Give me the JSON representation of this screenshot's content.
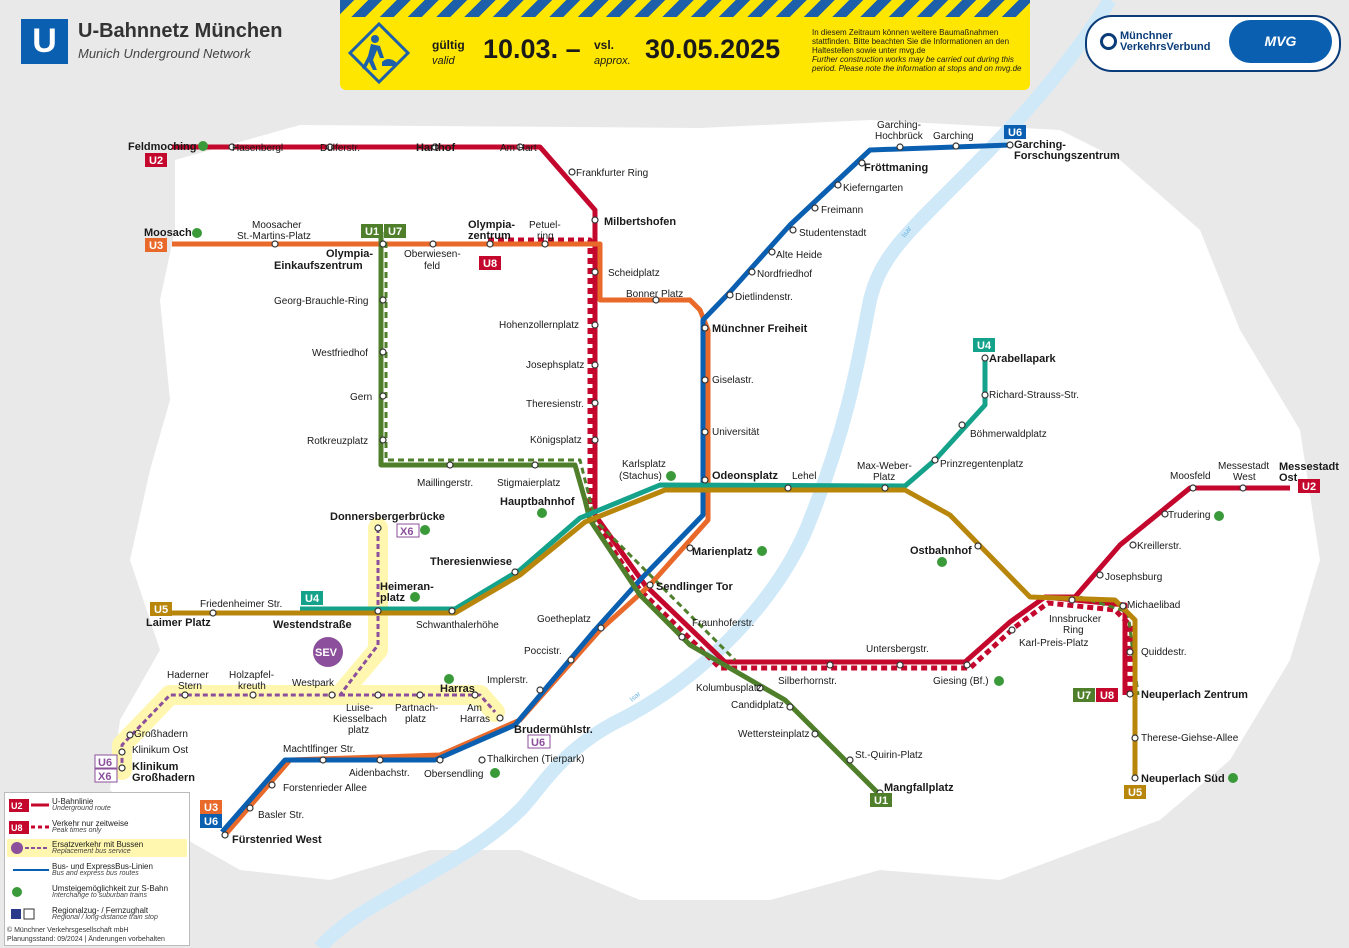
{
  "header": {
    "logo_letter": "U",
    "title": "U-Bahnnetz München",
    "subtitle": "Munich Underground Network"
  },
  "banner": {
    "gueltig": "gültig",
    "valid": "valid",
    "date_from": "10.03. –",
    "vsl": "vsl.",
    "approx": "approx.",
    "date_to": "30.05.2025",
    "note_de": "In diesem Zeitraum können weitere Baumaßnahmen stattfinden. Bitte beachten Sie die Informationen an den Haltestellen sowie unter mvg.de",
    "note_en": "Further construction works may be carried out during this period. Please note the information at stops and on mvg.de"
  },
  "brand": {
    "mvv_line1": "Münchner",
    "mvv_line2": "VerkehrsVerbund",
    "mvg": "MVG"
  },
  "colors": {
    "U1": "#4f7f2a",
    "U2": "#c4072c",
    "U3": "#e8692a",
    "U4": "#14a28a",
    "U5": "#b8860b",
    "U6": "#0a5fb0",
    "U7": "#4f7f2a",
    "U8": "#c4072c",
    "SEV": "#8b4f9b",
    "sbahn": "#3a9a3a",
    "river": "#cfe9f8"
  },
  "lines": {
    "U1": "U1",
    "U2": "U2",
    "U3": "U3",
    "U4": "U4",
    "U5": "U5",
    "U6": "U6",
    "U7": "U7",
    "U8": "U8",
    "SEV": "SEV",
    "X6": "X6"
  },
  "river": "Isar",
  "stations": {
    "feldmoching": "Feldmoching",
    "hasenbergl": "Hasenbergl",
    "duelferstr": "Dülferstr.",
    "harthof": "Harthof",
    "amhart": "Am Hart",
    "frankfurter": "Frankfurter Ring",
    "milbertshofen": "Milbertshofen",
    "scheidplatz": "Scheidplatz",
    "bonnerplatz": "Bonner Platz",
    "moosach": "Moosach",
    "moosacher1": "Moosacher",
    "moosacher2": "St.-Martins-Platz",
    "oez1": "Olympia-",
    "oez2": "Einkaufszentrum",
    "owf1": "Oberwiesen-",
    "owf2": "feld",
    "oz1": "Olympia-",
    "oz2": "zentrum",
    "petuel1": "Petuel-",
    "petuel2": "ring",
    "brauchle": "Georg-Brauchle-Ring",
    "westfriedhof": "Westfriedhof",
    "gern": "Gern",
    "rotkreuz": "Rotkreuzplatz",
    "maillinger": "Maillingerstr.",
    "stiglmaier": "Stigmaierplatz",
    "hohenzollern": "Hohenzollernplatz",
    "joseph": "Josephsplatz",
    "theresien": "Theresienstr.",
    "koenigsplatz": "Königsplatz",
    "garching_hb1": "Garching-",
    "garching_hb2": "Hochbrück",
    "garching": "Garching",
    "gfz1": "Garching-",
    "gfz2": "Forschungszentrum",
    "froettmaning": "Fröttmaning",
    "kieferngarten": "Kieferngarten",
    "freimann": "Freimann",
    "studentenstadt": "Studentenstadt",
    "altheide": "Alte Heide",
    "nordfriedhof": "Nordfriedhof",
    "dietlinden": "Dietlindenstr.",
    "mfreiheit": "Münchner Freiheit",
    "giselastr": "Giselastr.",
    "universitaet": "Universität",
    "odeonsplatz": "Odeonsplatz",
    "lehel": "Lehel",
    "karlsplatz1": "Karlsplatz",
    "karlsplatz2": "(Stachus)",
    "hbf": "Hauptbahnhof",
    "marienplatz": "Marienplatz",
    "sendlinger": "Sendlinger Tor",
    "fraunhofer": "Fraunhoferstr.",
    "goethe": "Goetheplatz",
    "poccistr": "Poccistr.",
    "implerstr": "Implerstr.",
    "harras": "Harras",
    "bruder": "Brudermühlstr.",
    "thalkirchen": "Thalkirchen (Tierpark)",
    "obersendling": "Obersendling",
    "aidenbach": "Aidenbachstr.",
    "machtlfinger": "Machtlfinger Str.",
    "forstenrieder": "Forstenrieder Allee",
    "basler": "Basler Str.",
    "fuerstenried": "Fürstenried West",
    "arabellapark": "Arabellapark",
    "rstrauss": "Richard-Strauss-Str.",
    "boehmerwald": "Böhmerwaldplatz",
    "prinzregenten": "Prinzregentenplatz",
    "maxweber1": "Max-Weber-",
    "maxweber2": "Platz",
    "ostbahnhof": "Ostbahnhof",
    "laimer": "Laimer Platz",
    "friedenheimer": "Friedenheimer Str.",
    "westend": "Westendstraße",
    "heimeran1": "Heimeran-",
    "heimeran2": "platz",
    "schwanthaler": "Schwanthalerhöhe",
    "theresienwiese": "Theresienwiese",
    "donnersberger": "Donnersbergerbrücke",
    "haderner1": "Haderner",
    "haderner2": "Stern",
    "holzapfel1": "Holzapfel-",
    "holzapfel2": "kreuth",
    "westpark": "Westpark",
    "luise1": "Luise-",
    "luise2": "Kiesselbach",
    "luise3": "platz",
    "partnach1": "Partnach-",
    "partnach2": "platz",
    "amharras1": "Am",
    "amharras2": "Harras",
    "grosshadern": "Großhadern",
    "klinikumost": "Klinikum Ost",
    "klinikum1": "Klinikum",
    "klinikum2": "Großhadern",
    "kolumbus": "Kolumbusplatz",
    "candid": "Candidplatz",
    "wetterstein": "Wettersteinplatz",
    "stquirin": "St.-Quirin-Platz",
    "mangfall": "Mangfallplatz",
    "silberhorn": "Silberhornstr.",
    "untersberg": "Untersbergstr.",
    "giesing": "Giesing (Bf.)",
    "karlpreis": "Karl-Preis-Platz",
    "innsbrucker1": "Innsbrucker",
    "innsbrucker2": "Ring",
    "michaelibad": "Michaelibad",
    "quiddestr": "Quiddestr.",
    "neuperlachz": "Neuperlach Zentrum",
    "therese": "Therese-Giehse-Allee",
    "neuperlachs": "Neuperlach Süd",
    "josephsburg": "Josephsburg",
    "kreillerstr": "Kreillerstr.",
    "trudering": "Trudering",
    "moosfeld": "Moosfeld",
    "messew1": "Messestadt",
    "messew2": "West",
    "messeo1": "Messestadt",
    "messeo2": "Ost"
  },
  "legend": {
    "items": [
      {
        "de": "U-Bahnlinie",
        "en": "Underground route"
      },
      {
        "de": "Verkehr nur zeitweise",
        "en": "Peak times only"
      },
      {
        "de": "Ersatzverkehr mit Bussen",
        "en": "Replacement bus service"
      },
      {
        "de": "Bus- und ExpressBus-Linien",
        "en": "Bus and express bus routes"
      },
      {
        "de": "Umsteigemöglichkeit zur S-Bahn",
        "en": "Interchange to suburban trains"
      },
      {
        "de": "Regionalzug- / Fernzughalt",
        "en": "Regional / long-distance train stop"
      }
    ],
    "copyright": "© Münchner Verkehrsgesellschaft mbH",
    "planning": "Planungsstand: 09/2024 | Änderungen vorbehalten"
  }
}
